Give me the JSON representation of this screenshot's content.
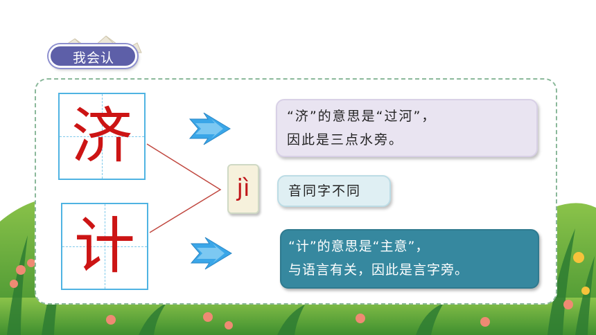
{
  "badge": {
    "label": "我会认"
  },
  "characters": [
    {
      "char": "济"
    },
    {
      "char": "计"
    }
  ],
  "pinyin": "jì",
  "boxes": {
    "ji_river": {
      "line1": "“济”的意思是“过河”，",
      "line2": "因此是三点水旁。"
    },
    "same_sound": {
      "text": "音同字不同"
    },
    "ji_plan": {
      "line1": "“计”的意思是“主意”，",
      "line2": "与语言有关，因此是言字旁。"
    }
  },
  "colors": {
    "character_red": "#cc1414",
    "grid_blue": "#4fb3e2",
    "badge_purple": "#5d5fa8",
    "arrow_blue": "#3aa6e8",
    "teal_box": "#36889f"
  },
  "icons": [
    "arrow-right-icon",
    "mountain-decoration-icon"
  ]
}
